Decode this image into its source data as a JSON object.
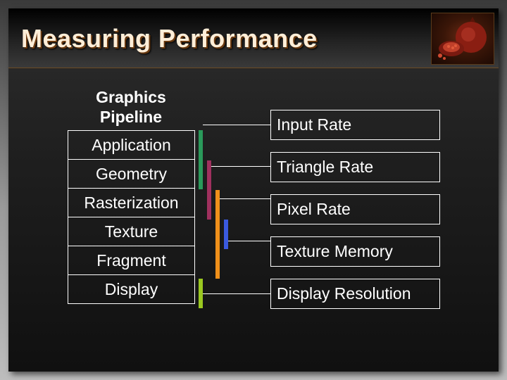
{
  "slide": {
    "title": "Measuring Performance"
  },
  "pipeline": {
    "heading_line1": "Graphics",
    "heading_line2": "Pipeline",
    "stages": [
      "Application",
      "Geometry",
      "Rasterization",
      "Texture",
      "Fragment",
      "Display"
    ]
  },
  "metrics": [
    "Input Rate",
    "Triangle Rate",
    "Pixel Rate",
    "Texture Memory",
    "Display Resolution"
  ],
  "colors": {
    "input_rate": "#2a9a5a",
    "triangle_rate": "#a0305e",
    "pixel_rate": "#f0901a",
    "texture_memory": "#3a5ae0",
    "display_resolution": "#9ac820",
    "title_text": "#ffeed8"
  },
  "icons": {
    "photo": "pomegranate-photo"
  }
}
